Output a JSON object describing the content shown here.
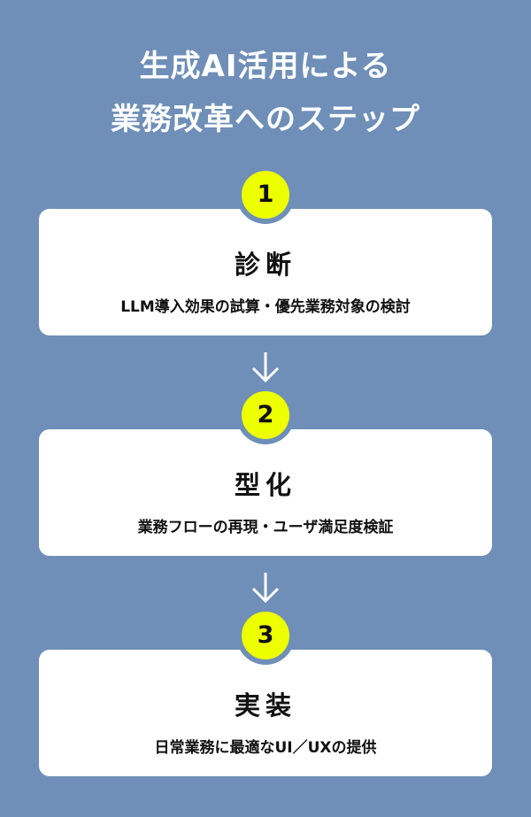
{
  "title": {
    "line1": "生成AI活用による",
    "line2": "業務改革へのステップ"
  },
  "steps": [
    {
      "number": "1",
      "heading": "診断",
      "description": "LLM導入効果の試算・優先業務対象の検討"
    },
    {
      "number": "2",
      "heading": "型化",
      "description": "業務フローの再現・ユーザ満足度検証"
    },
    {
      "number": "3",
      "heading": "実装",
      "description": "日常業務に最適なUI／UXの提供"
    }
  ],
  "colors": {
    "background": "#6f8fb8",
    "badge": "#eeff00",
    "card": "#ffffff"
  }
}
